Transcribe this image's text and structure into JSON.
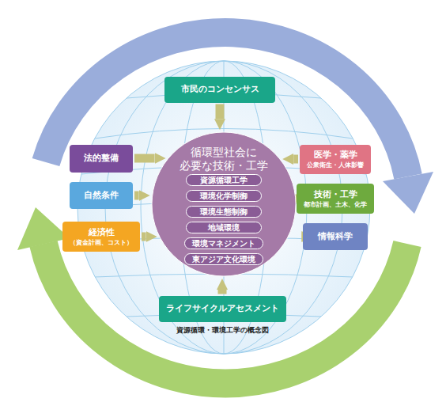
{
  "diagram": {
    "caption": "資源循環・環境工学の概念図",
    "nodes": [
      {
        "text": [
          "市民のコンセンサス"
        ]
      },
      {
        "text": [
          "法的整備"
        ]
      },
      {
        "text": [
          "自然条件"
        ]
      },
      {
        "text": [
          "経済性",
          "（資金計画、コスト）"
        ]
      },
      {
        "text": [
          "循環型社会に 必要な技術・工学"
        ]
      },
      {
        "text": [
          "資源循環工学"
        ],
        "in": 4
      },
      {
        "text": [
          "環境化学制御"
        ],
        "in": 4
      },
      {
        "text": [
          "環境生態制御"
        ],
        "in": 4
      },
      {
        "text": [
          "地域環境"
        ],
        "in": 4
      },
      {
        "text": [
          "環境マネジメント"
        ],
        "in": 4
      },
      {
        "text": [
          "東アジア文化環境"
        ],
        "in": 4
      },
      {
        "text": [
          "医学・薬学",
          "公衆衛生・人体影響"
        ]
      },
      {
        "text": [
          "技術・工学",
          "都市計画、土木、化学"
        ]
      },
      {
        "text": [
          "情報科学"
        ]
      },
      {
        "text": [
          "ライフサイクルアセスメント"
        ]
      }
    ],
    "edges": [
      {
        "from": 0,
        "to": 4,
        "arrow": "to"
      },
      {
        "from": 1,
        "to": 4,
        "arrow": "to"
      },
      {
        "from": 2,
        "to": 4,
        "arrow": "to"
      },
      {
        "from": 3,
        "to": 4,
        "arrow": "to"
      },
      {
        "from": 11,
        "to": 4,
        "arrow": "to"
      },
      {
        "from": 12,
        "to": 4,
        "arrow": "to"
      },
      {
        "from": 13,
        "to": 4,
        "arrow": "to"
      },
      {
        "from": 14,
        "to": 4,
        "arrow": "to"
      }
    ]
  }
}
